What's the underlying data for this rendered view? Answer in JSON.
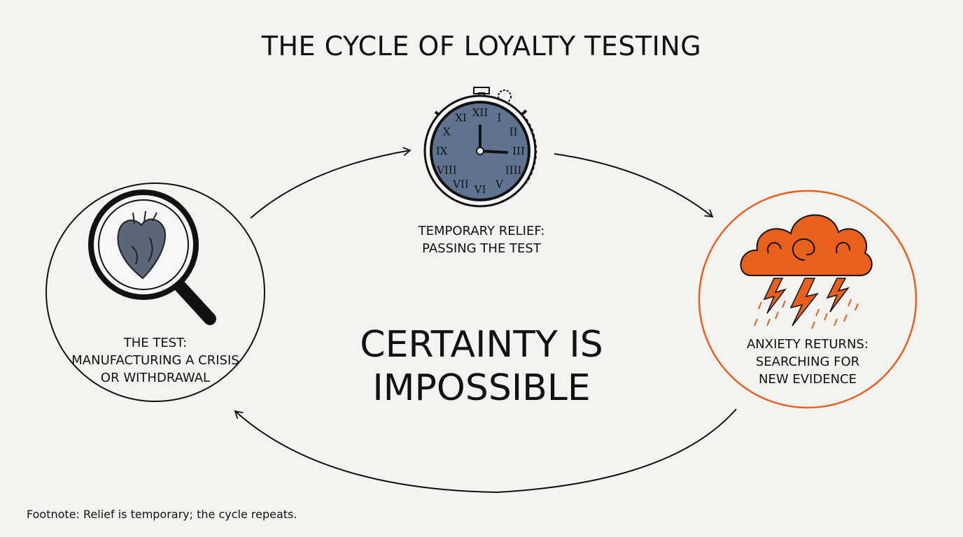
{
  "title": "THE CYCLE OF LOYALTY TESTING",
  "center_message": [
    "CERTAINTY IS",
    "IMPOSSIBLE"
  ],
  "stages": [
    {
      "id": "test",
      "icon": "magnifier-heart-icon",
      "lines": [
        "THE TEST:",
        "MANUFACTURING A CRISIS",
        "OR WITHDRAWAL"
      ]
    },
    {
      "id": "relief",
      "icon": "stopwatch-icon",
      "lines": [
        "TEMPORARY RELIEF:",
        "PASSING THE TEST"
      ]
    },
    {
      "id": "anxiety",
      "icon": "storm-cloud-icon",
      "lines": [
        "ANXIETY RETURNS:",
        "SEARCHING FOR",
        "NEW EVIDENCE"
      ]
    }
  ],
  "footnote": "Footnote: Relief is temporary; the cycle repeats.",
  "colors": {
    "background": "#f3f3f2",
    "ink": "#111111",
    "accent": "#e8601c",
    "clock_face": "#5f7390",
    "heart": "#5b6678"
  }
}
